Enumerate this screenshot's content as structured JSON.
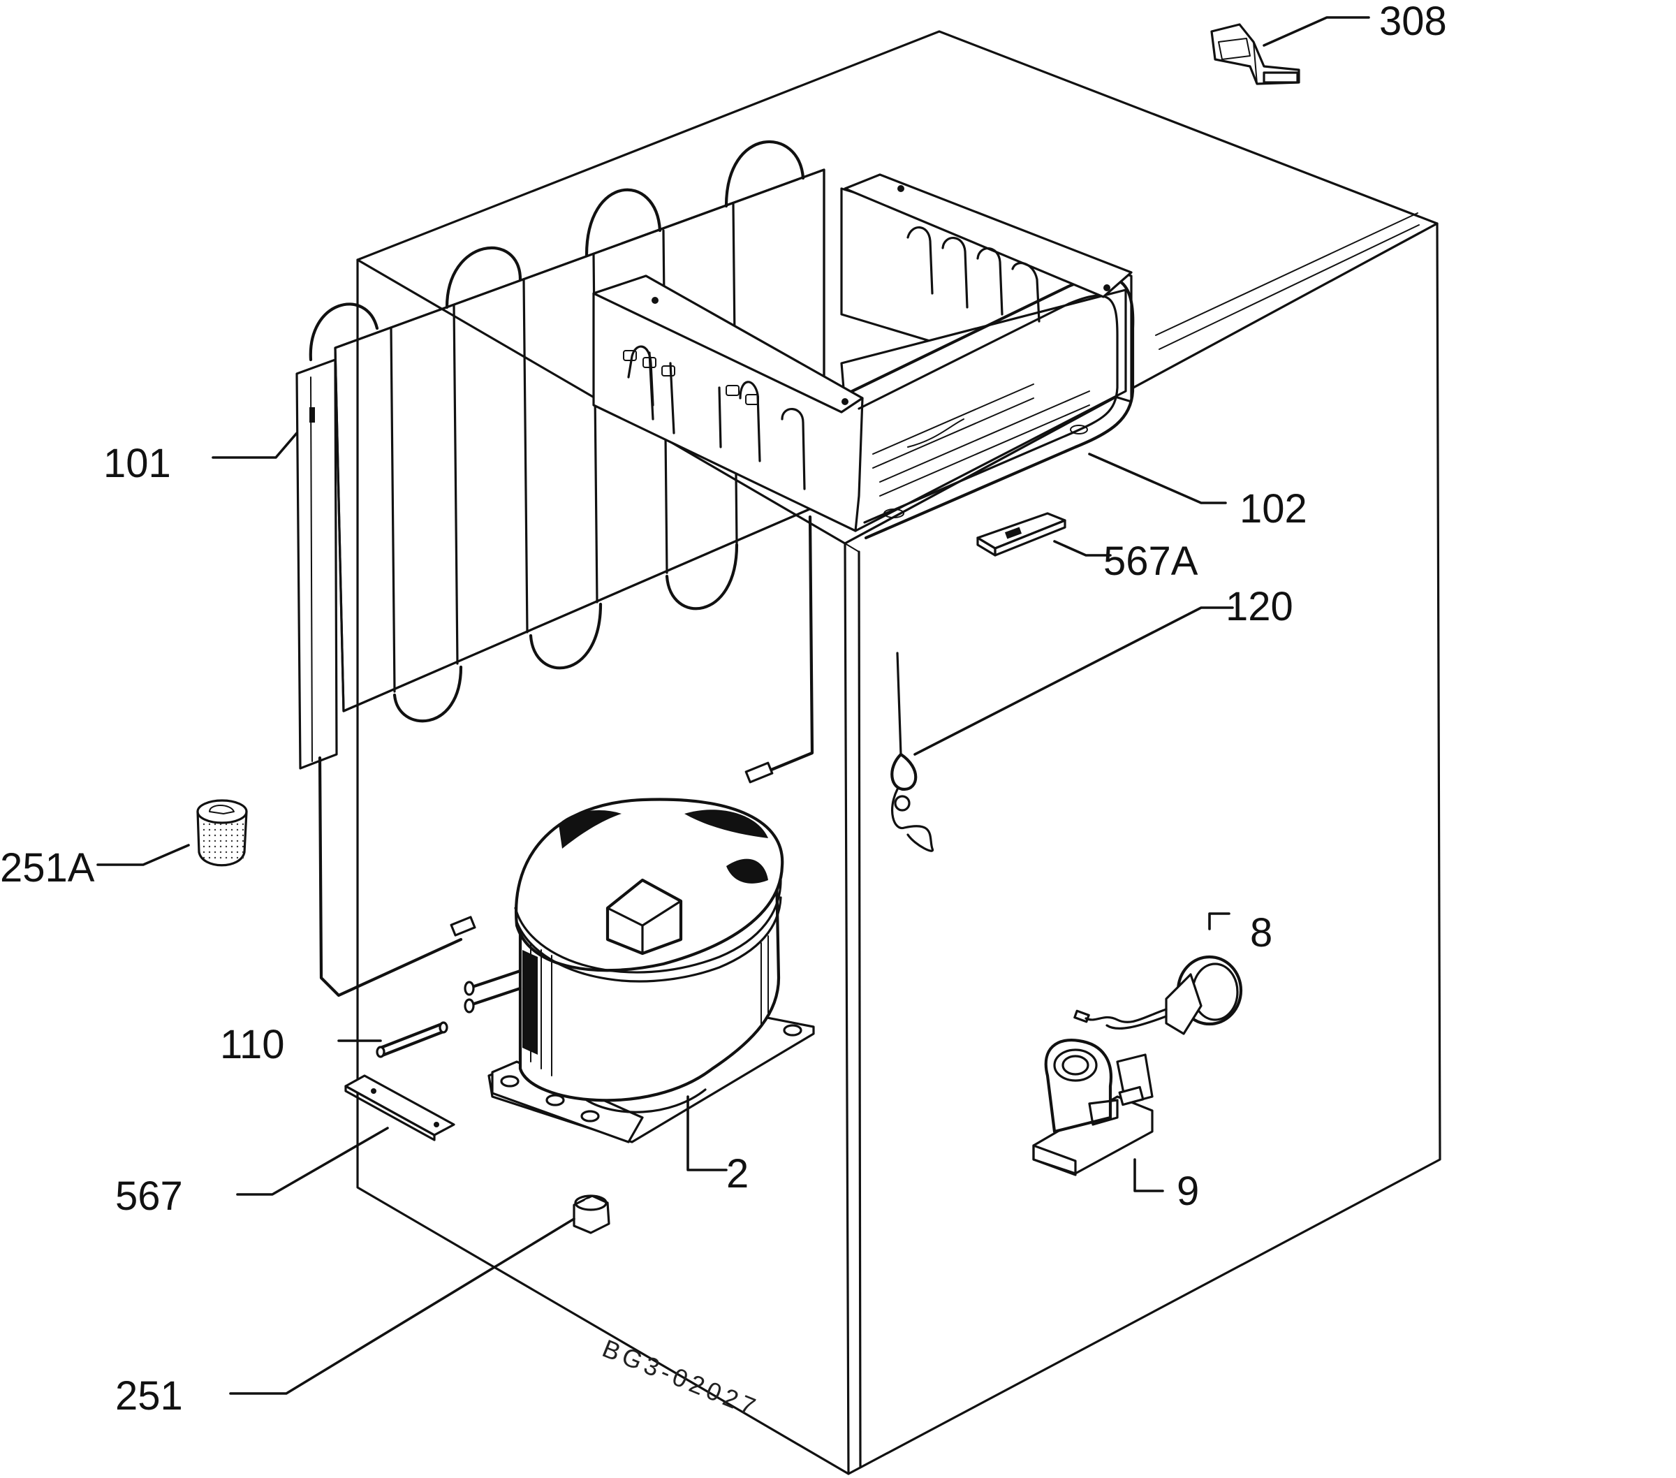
{
  "drawing_code": "BG3-02027",
  "callouts": [
    {
      "id": "c-308",
      "text": "308"
    },
    {
      "id": "c-101",
      "text": "101"
    },
    {
      "id": "c-102",
      "text": "102"
    },
    {
      "id": "c-567A",
      "text": "567A"
    },
    {
      "id": "c-120",
      "text": "120"
    },
    {
      "id": "c-251A",
      "text": "251A"
    },
    {
      "id": "c-8",
      "text": "8"
    },
    {
      "id": "c-110",
      "text": "110"
    },
    {
      "id": "c-2",
      "text": "2"
    },
    {
      "id": "c-9",
      "text": "9"
    },
    {
      "id": "c-567",
      "text": "567"
    },
    {
      "id": "c-251",
      "text": "251"
    }
  ]
}
